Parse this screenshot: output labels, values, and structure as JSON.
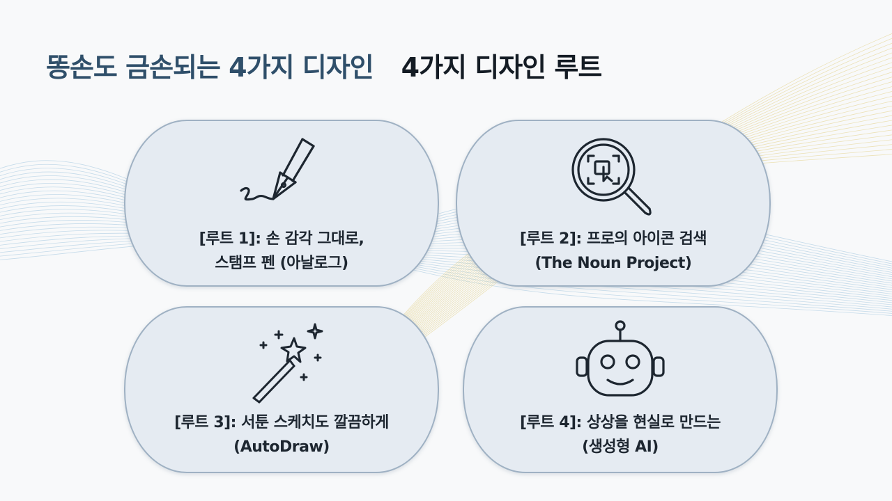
{
  "title": {
    "part1": "똥손도 금손되는 4가지 디자인",
    "part2": "4가지 디자인 루트"
  },
  "cards": [
    {
      "icon": "fountain-pen-icon",
      "line1": "[루트 1]: 손 감각 그대로,",
      "line2": "스탬프 펜 (아날로그)"
    },
    {
      "icon": "magnifier-search-icon",
      "line1": "[루트 2]: 프로의 아이콘 검색",
      "line2": "(The Noun Project)"
    },
    {
      "icon": "magic-wand-icon",
      "line1": "[루트 3]: 서툰 스케치도 깔끔하게",
      "line2": "(AutoDraw)"
    },
    {
      "icon": "robot-icon",
      "line1": "[루트 4]: 상상을 현실로 만드는",
      "line2": "(생성형 AI)"
    }
  ],
  "colors": {
    "background": "#f8f9fa",
    "card_fill": "#e5ebf2",
    "card_border": "#9fb1c3",
    "title_primary": "#2f4f6a",
    "title_secondary": "#141c24",
    "wave_blue": "#9cc3dd",
    "wave_gold": "#e4d28a"
  }
}
